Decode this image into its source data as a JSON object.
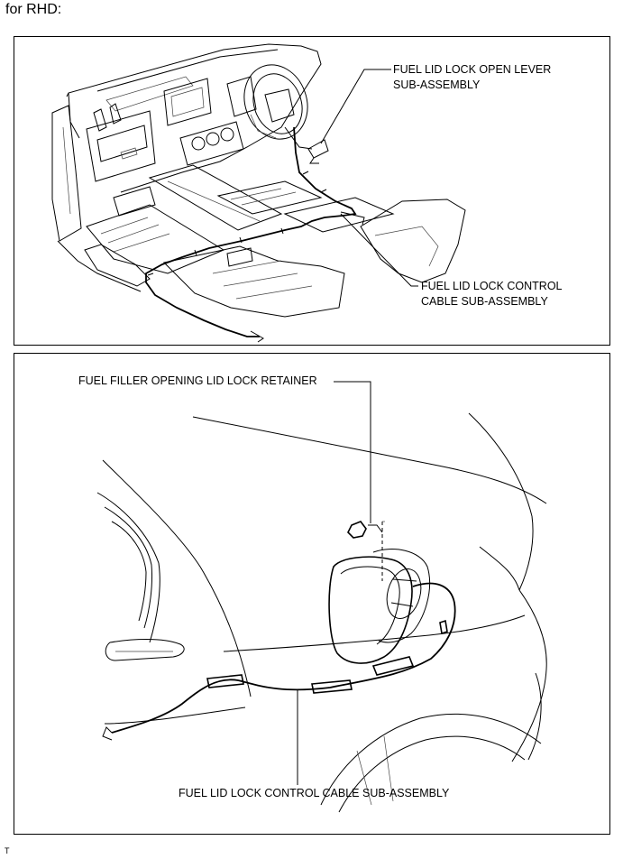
{
  "heading": "for RHD:",
  "footer_code": "T",
  "top_panel": {
    "callouts": {
      "open_lever_line1": "FUEL LID LOCK OPEN LEVER",
      "open_lever_line2": "SUB-ASSEMBLY",
      "control_cable_line1": "FUEL LID LOCK CONTROL",
      "control_cable_line2": "CABLE SUB-ASSEMBLY"
    }
  },
  "bottom_panel": {
    "callouts": {
      "retainer": "FUEL FILLER OPENING LID LOCK RETAINER",
      "control_cable": "FUEL LID LOCK CONTROL CABLE SUB-ASSEMBLY"
    }
  }
}
